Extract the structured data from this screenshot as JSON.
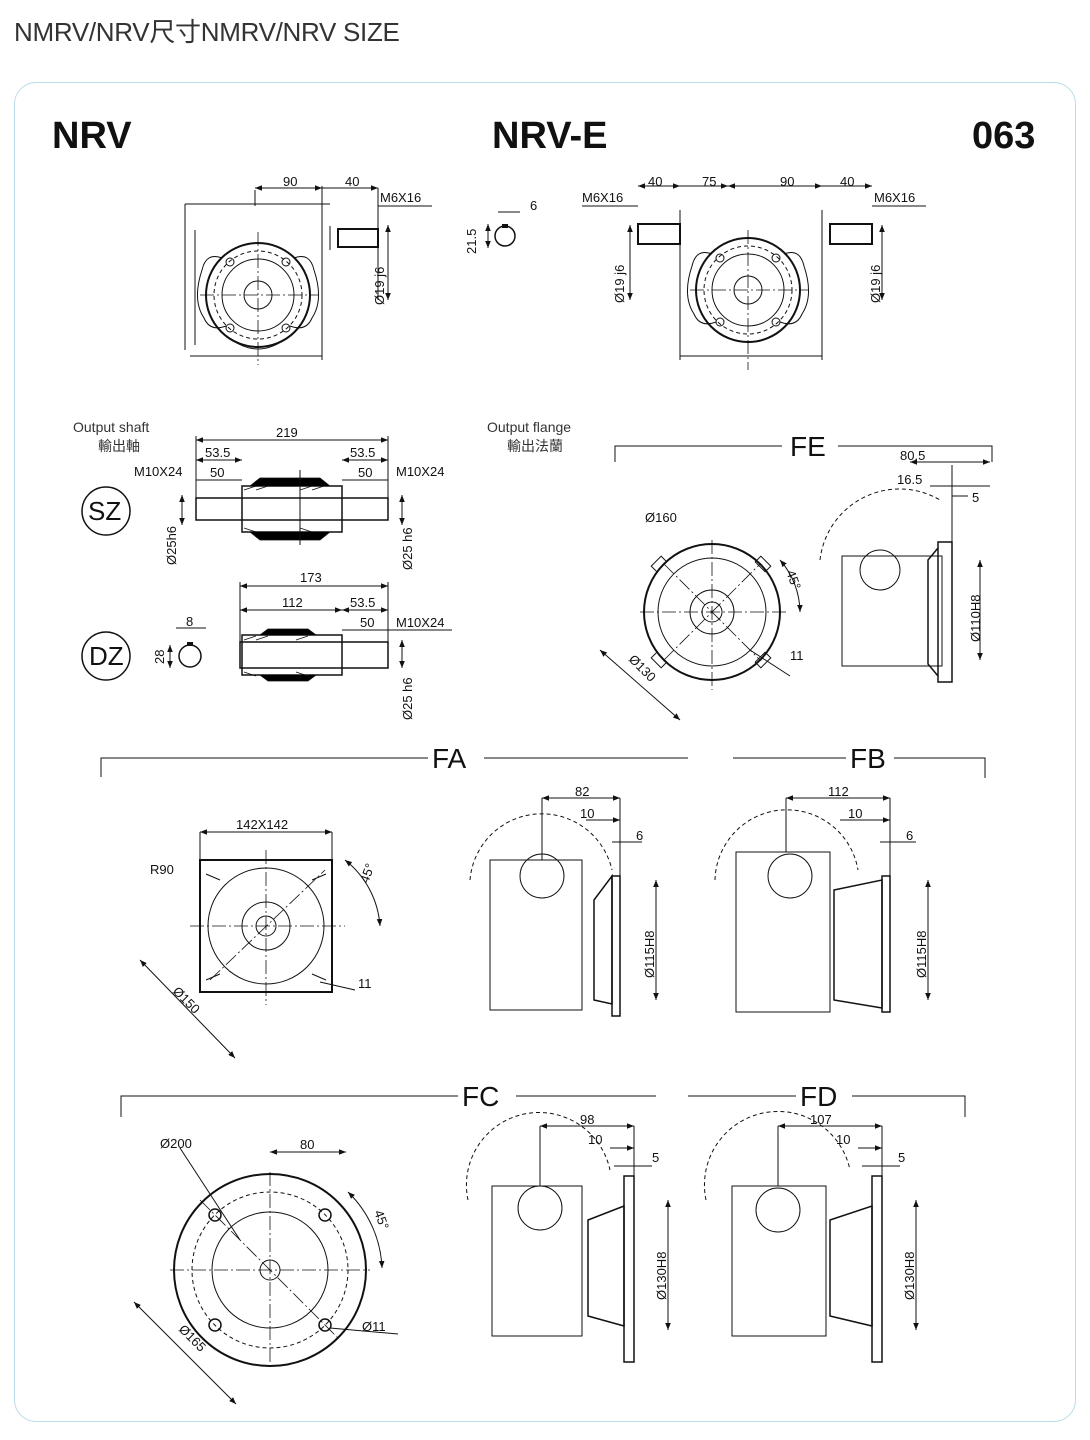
{
  "header": {
    "title": "NMRV/NRV尺寸NMRV/NRV SIZE"
  },
  "top": {
    "left_title": "NRV",
    "center_title": "NRV-E",
    "right_title": "063"
  },
  "nrv_view": {
    "dim_90": "90",
    "dim_40": "40",
    "thread": "M6X16",
    "shaft_dia": "Ø19 j6"
  },
  "key_detail": {
    "dim_6": "6",
    "dim_21_5": "21.5"
  },
  "nrve_view": {
    "dim_40_left": "40",
    "dim_75": "75",
    "dim_90": "90",
    "dim_40_right": "40",
    "thread_left": "M6X16",
    "thread_right": "M6X16",
    "shaft_dia_left": "Ø19 j6",
    "shaft_dia_right": "Ø19 j6"
  },
  "output_shaft": {
    "caption_en": "Output shaft",
    "caption_cn": "輸出軸",
    "sz_label": "SZ",
    "sz_219": "219",
    "sz_53_5_left": "53.5",
    "sz_53_5_right": "53.5",
    "sz_50_left": "50",
    "sz_50_right": "50",
    "sz_thread_left": "M10X24",
    "sz_thread_right": "M10X24",
    "sz_dia_left": "Ø25h6",
    "sz_dia_right": "Ø25 h6",
    "dz_label": "DZ",
    "dz_173": "173",
    "dz_112": "112",
    "dz_53_5": "53.5",
    "dz_50": "50",
    "dz_thread": "M10X24",
    "dz_dia": "Ø25 h6",
    "dz_key_8": "8",
    "dz_key_28": "28"
  },
  "output_flange": {
    "caption_en": "Output flange",
    "caption_cn": "輸出法蘭"
  },
  "fe": {
    "label": "FE",
    "d160": "Ø160",
    "d130": "Ø130",
    "angle": "45°",
    "hole": "11",
    "dim_80_5": "80.5",
    "dim_16_5": "16.5",
    "dim_5": "5",
    "pilot": "Ø110H8"
  },
  "fa": {
    "label": "FA",
    "square": "142X142",
    "radius": "R90",
    "angle": "45°",
    "hole": "11",
    "pcd": "Ø150",
    "dim_82": "82",
    "dim_10": "10",
    "dim_6": "6",
    "pilot": "Ø115H8"
  },
  "fb": {
    "label": "FB",
    "dim_112": "112",
    "dim_10": "10",
    "dim_6": "6",
    "pilot": "Ø115H8"
  },
  "fc": {
    "label": "FC",
    "d200": "Ø200",
    "dim_80": "80",
    "angle": "45°",
    "hole": "Ø11",
    "pcd": "Ø165",
    "dim_98": "98",
    "dim_10": "10",
    "dim_5": "5",
    "pilot": "Ø130H8"
  },
  "fd": {
    "label": "FD",
    "dim_107": "107",
    "dim_10": "10",
    "dim_5": "5",
    "pilot": "Ø130H8"
  }
}
